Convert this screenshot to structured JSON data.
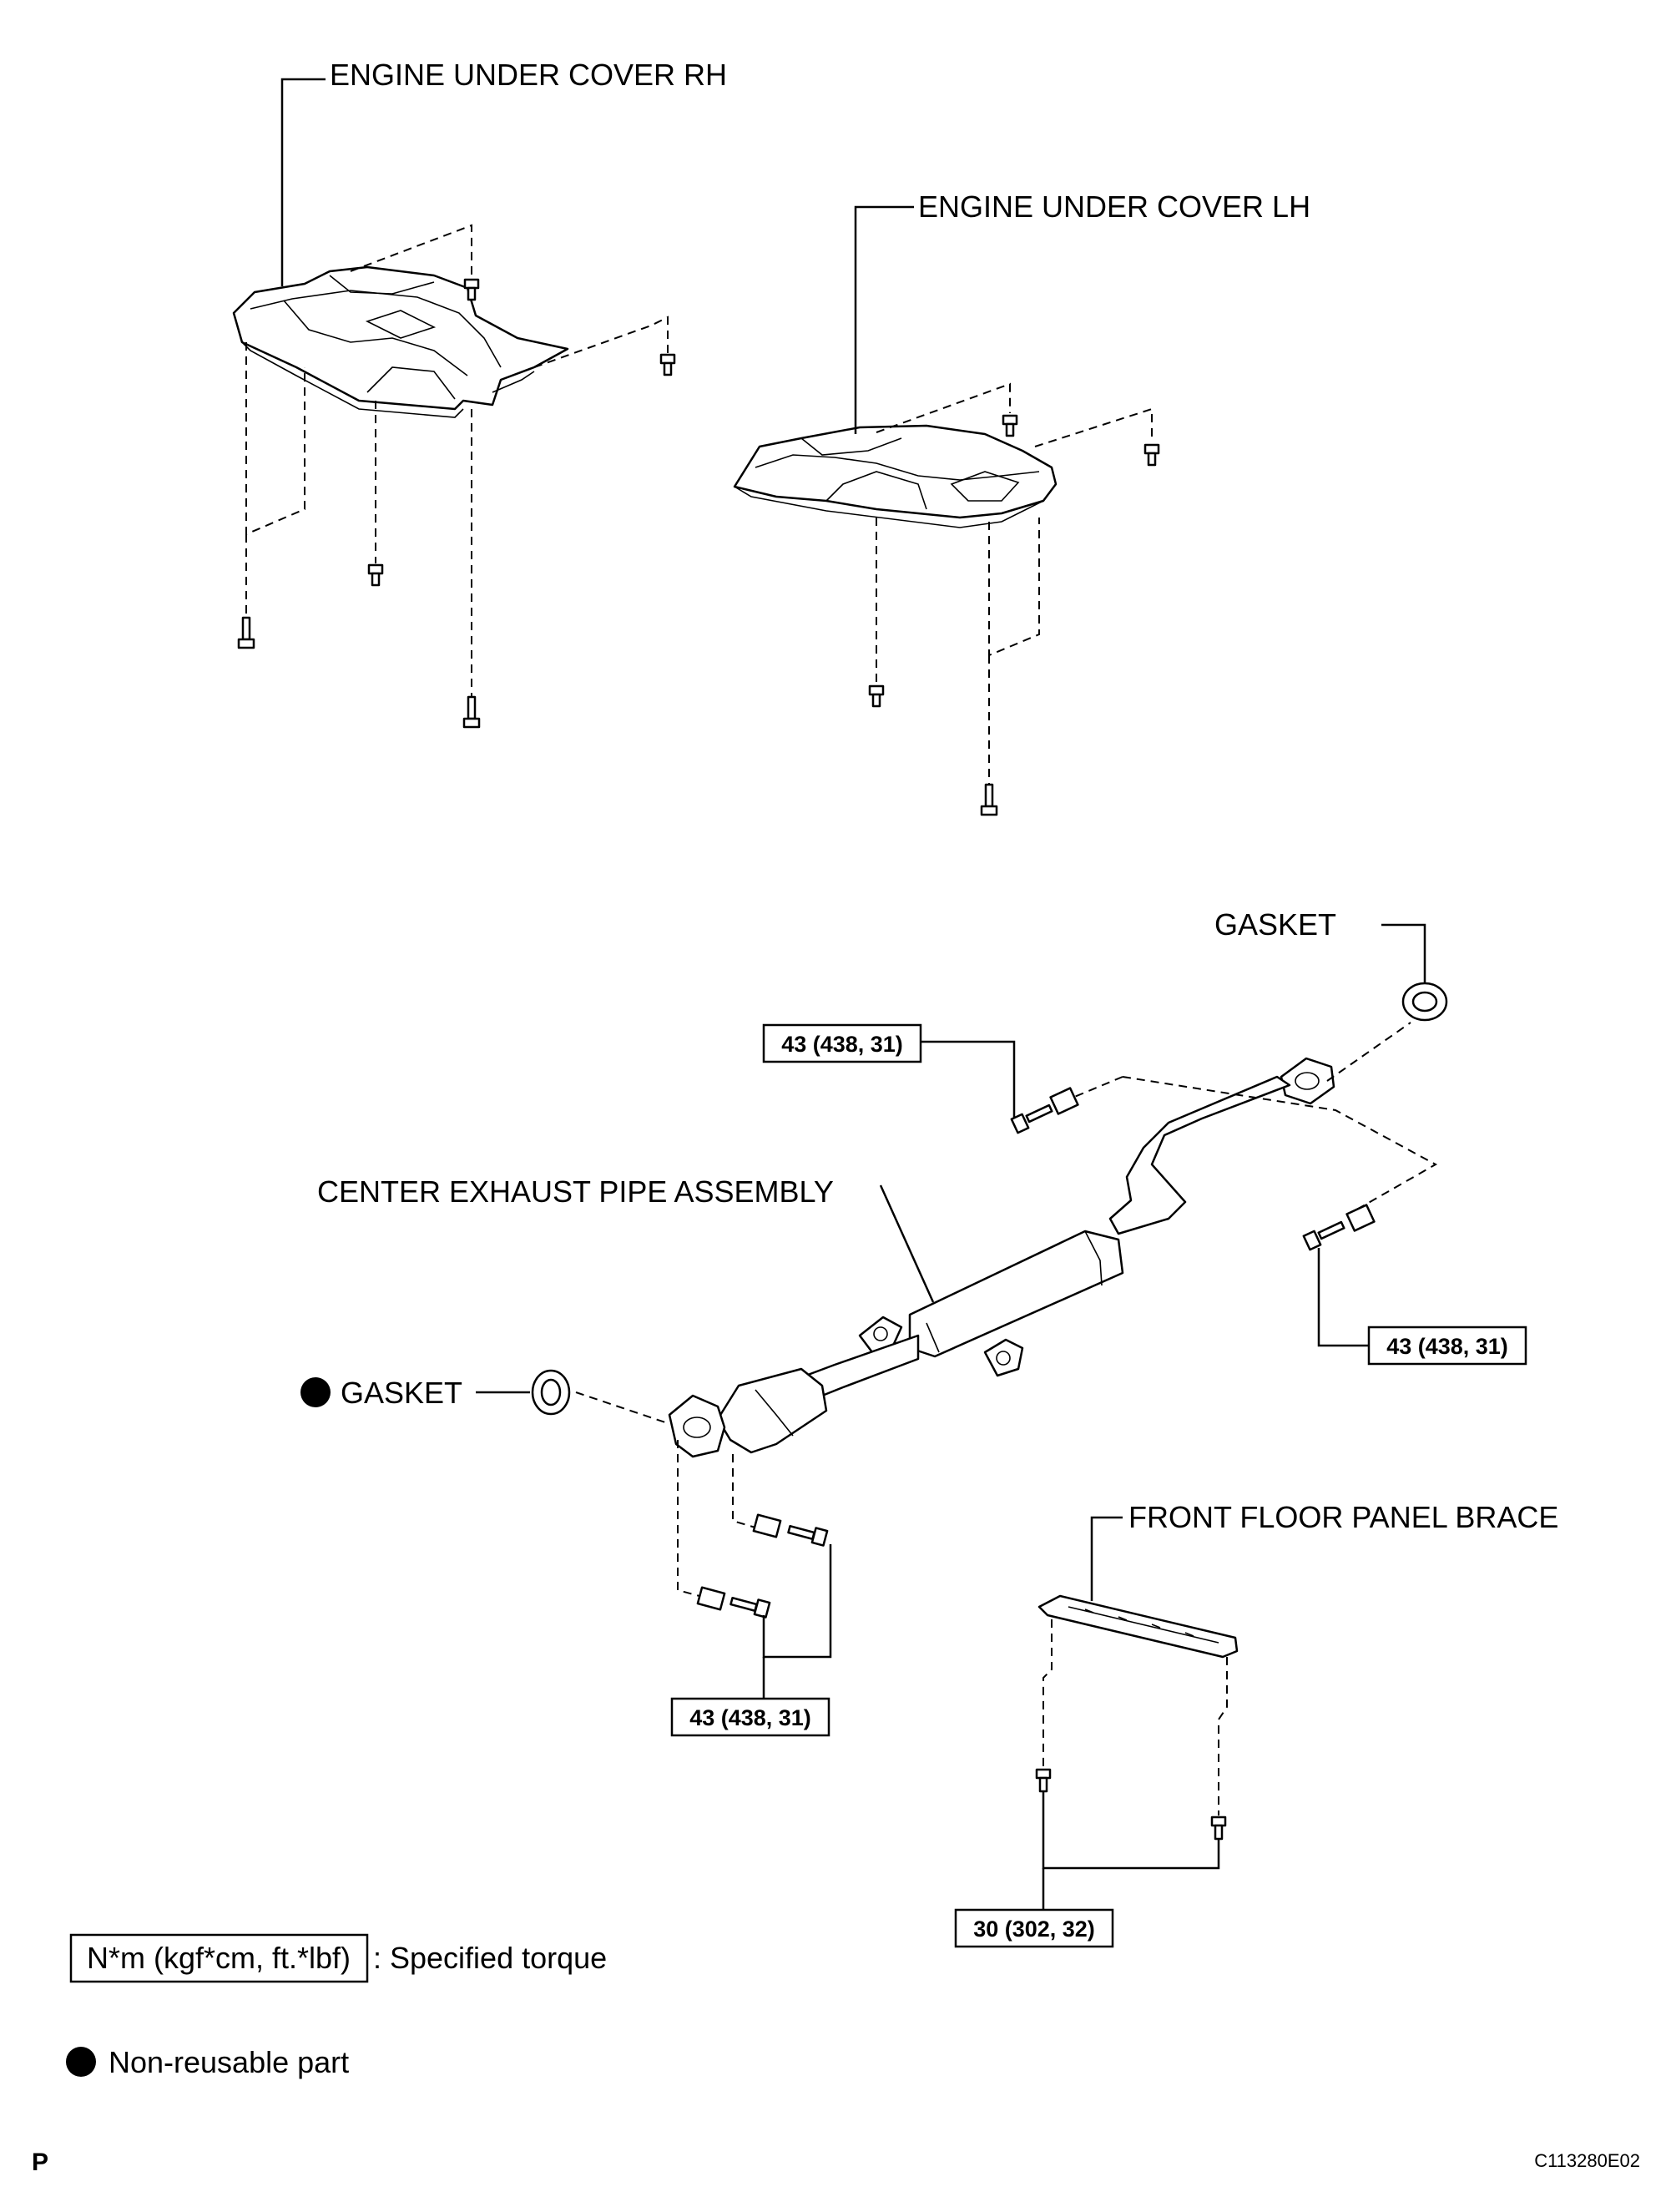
{
  "labels": {
    "engine_under_cover_rh": "ENGINE UNDER COVER RH",
    "engine_under_cover_lh": "ENGINE UNDER COVER LH",
    "gasket_rear": "GASKET",
    "center_exhaust_pipe": "CENTER EXHAUST PIPE ASSEMBLY",
    "gasket_front": "GASKET",
    "front_floor_panel_brace": "FRONT FLOOR PANEL BRACE"
  },
  "torques": {
    "rear_flange_upper": "43 (438, 31)",
    "rear_flange_lower": "43 (438, 31)",
    "front_flange": "43 (438, 31)",
    "floor_brace": "30 (302, 32)"
  },
  "legend": {
    "torque_unit": "N*m (kgf*cm, ft.*lbf)",
    "torque_desc": ": Specified torque",
    "nonreusable_desc": "Non-reusable part"
  },
  "footer": {
    "section_mark": "P",
    "figure_ref": "C113280E02"
  }
}
